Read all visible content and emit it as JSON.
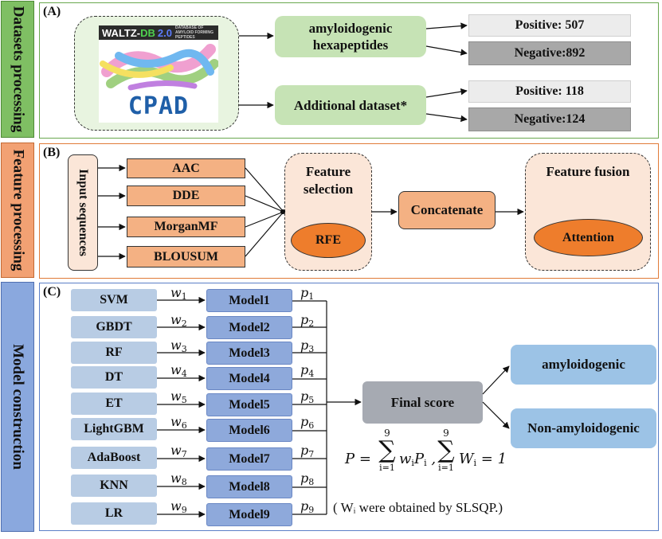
{
  "sections": {
    "a": {
      "label": "Datasets processing",
      "tag": "(A)"
    },
    "b": {
      "label": "Feature processing",
      "tag": "(B)"
    },
    "c": {
      "label": "Model construction",
      "tag": "(C)"
    }
  },
  "datasets": {
    "logo": {
      "waltz_prefix": "WALTZ-",
      "waltz_db": "DB",
      "waltz_version": "2.0",
      "waltz_subtitle": "DATABASE OF AMYLOID FORMING PEPTIDES",
      "cpad": "CPAD 2.0"
    },
    "amyloid_box": "amyloidogenic hexapeptides",
    "additional_box": "Additional dataset*",
    "amyloid_positive": "Positive: 507",
    "amyloid_negative": "Negative:892",
    "additional_positive": "Positive: 118",
    "additional_negative": "Negative:124"
  },
  "features": {
    "input": "Input sequences",
    "items": [
      "AAC",
      "DDE",
      "MorganMF",
      "BLOUSUM"
    ],
    "selection_title": "Feature selection",
    "selection_method": "RFE",
    "concat": "Concatenate",
    "fusion_title": "Feature fusion",
    "fusion_method": "Attention"
  },
  "models": {
    "classifiers": [
      "SVM",
      "GBDT",
      "RF",
      "DT",
      "ET",
      "LightGBM",
      "AdaBoost",
      "KNN",
      "LR"
    ],
    "model_names": [
      "Model1",
      "Model2",
      "Model3",
      "Model4",
      "Model5",
      "Model6",
      "Model7",
      "Model8",
      "Model9"
    ],
    "weights": [
      "1",
      "2",
      "3",
      "4",
      "5",
      "6",
      "7",
      "8",
      "9"
    ],
    "final_score": "Final score",
    "outputs": [
      "amyloidogenic",
      "Non-amyloidogenic"
    ],
    "formula": {
      "lhs": "P =",
      "upper": "9",
      "lower": "i=1"
    },
    "note": "( Wᵢ  were obtained by SLSQP.)"
  },
  "colors": {
    "frame_a": "#6aa84f",
    "frame_b": "#e07b39",
    "frame_c": "#5b7fc7",
    "label_a": "#7fbf63",
    "label_b": "#f2a173",
    "label_c": "#8aa8de"
  }
}
